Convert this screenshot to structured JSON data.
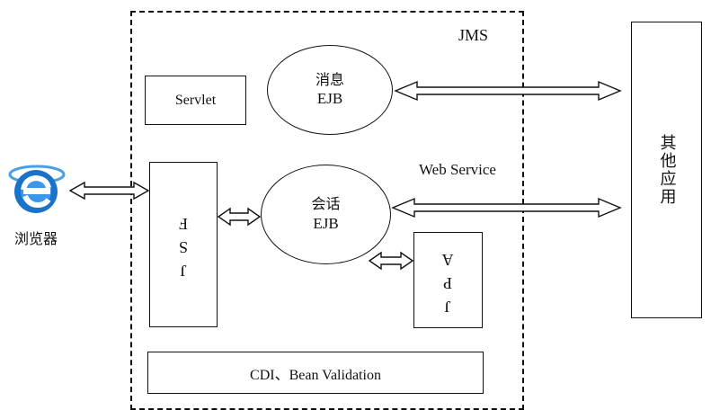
{
  "browser": {
    "label": "浏览器",
    "icon": "internet-explorer-icon",
    "icon_color": "#1a73c8"
  },
  "container": {
    "label": "JMS"
  },
  "components": {
    "servlet": "Servlet",
    "jsf": "JSF",
    "jpa": "JPA",
    "message_ejb": {
      "line1": "消息",
      "line2": "EJB"
    },
    "session_ejb": {
      "line1": "会话",
      "line2": "EJB"
    },
    "cdi": "CDI、Bean Validation",
    "other_apps": "其他应用"
  },
  "connections": {
    "web_service": "Web Service"
  }
}
